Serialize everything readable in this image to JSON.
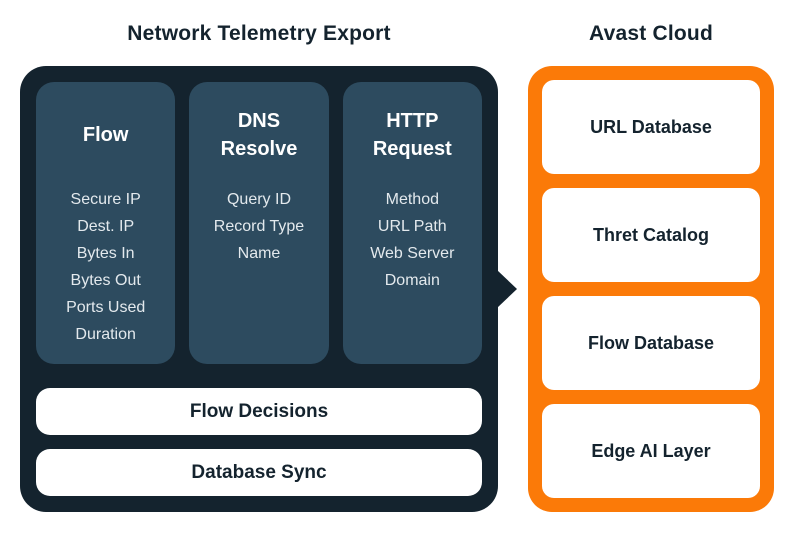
{
  "colors": {
    "dark_navy": "#14232e",
    "slate_card": "#2d4b5f",
    "orange": "#fb7a08",
    "white": "#ffffff",
    "item_text": "#e3e9ed"
  },
  "left_panel": {
    "title": "Network Telemetry Export",
    "columns": [
      {
        "header": "Flow",
        "items": [
          "Secure IP",
          "Dest. IP",
          "Bytes In",
          "Bytes Out",
          "Ports Used",
          "Duration"
        ]
      },
      {
        "header": "DNS Resolve",
        "items": [
          "Query ID",
          "Record Type",
          "Name"
        ]
      },
      {
        "header": "HTTP Request",
        "items": [
          "Method",
          "URL Path",
          "Web Server Domain"
        ]
      }
    ],
    "bars": [
      "Flow Decisions",
      "Database Sync"
    ]
  },
  "right_panel": {
    "title": "Avast Cloud",
    "cards": [
      "URL Database",
      "Thret Catalog",
      "Flow Database",
      "Edge AI Layer"
    ]
  }
}
